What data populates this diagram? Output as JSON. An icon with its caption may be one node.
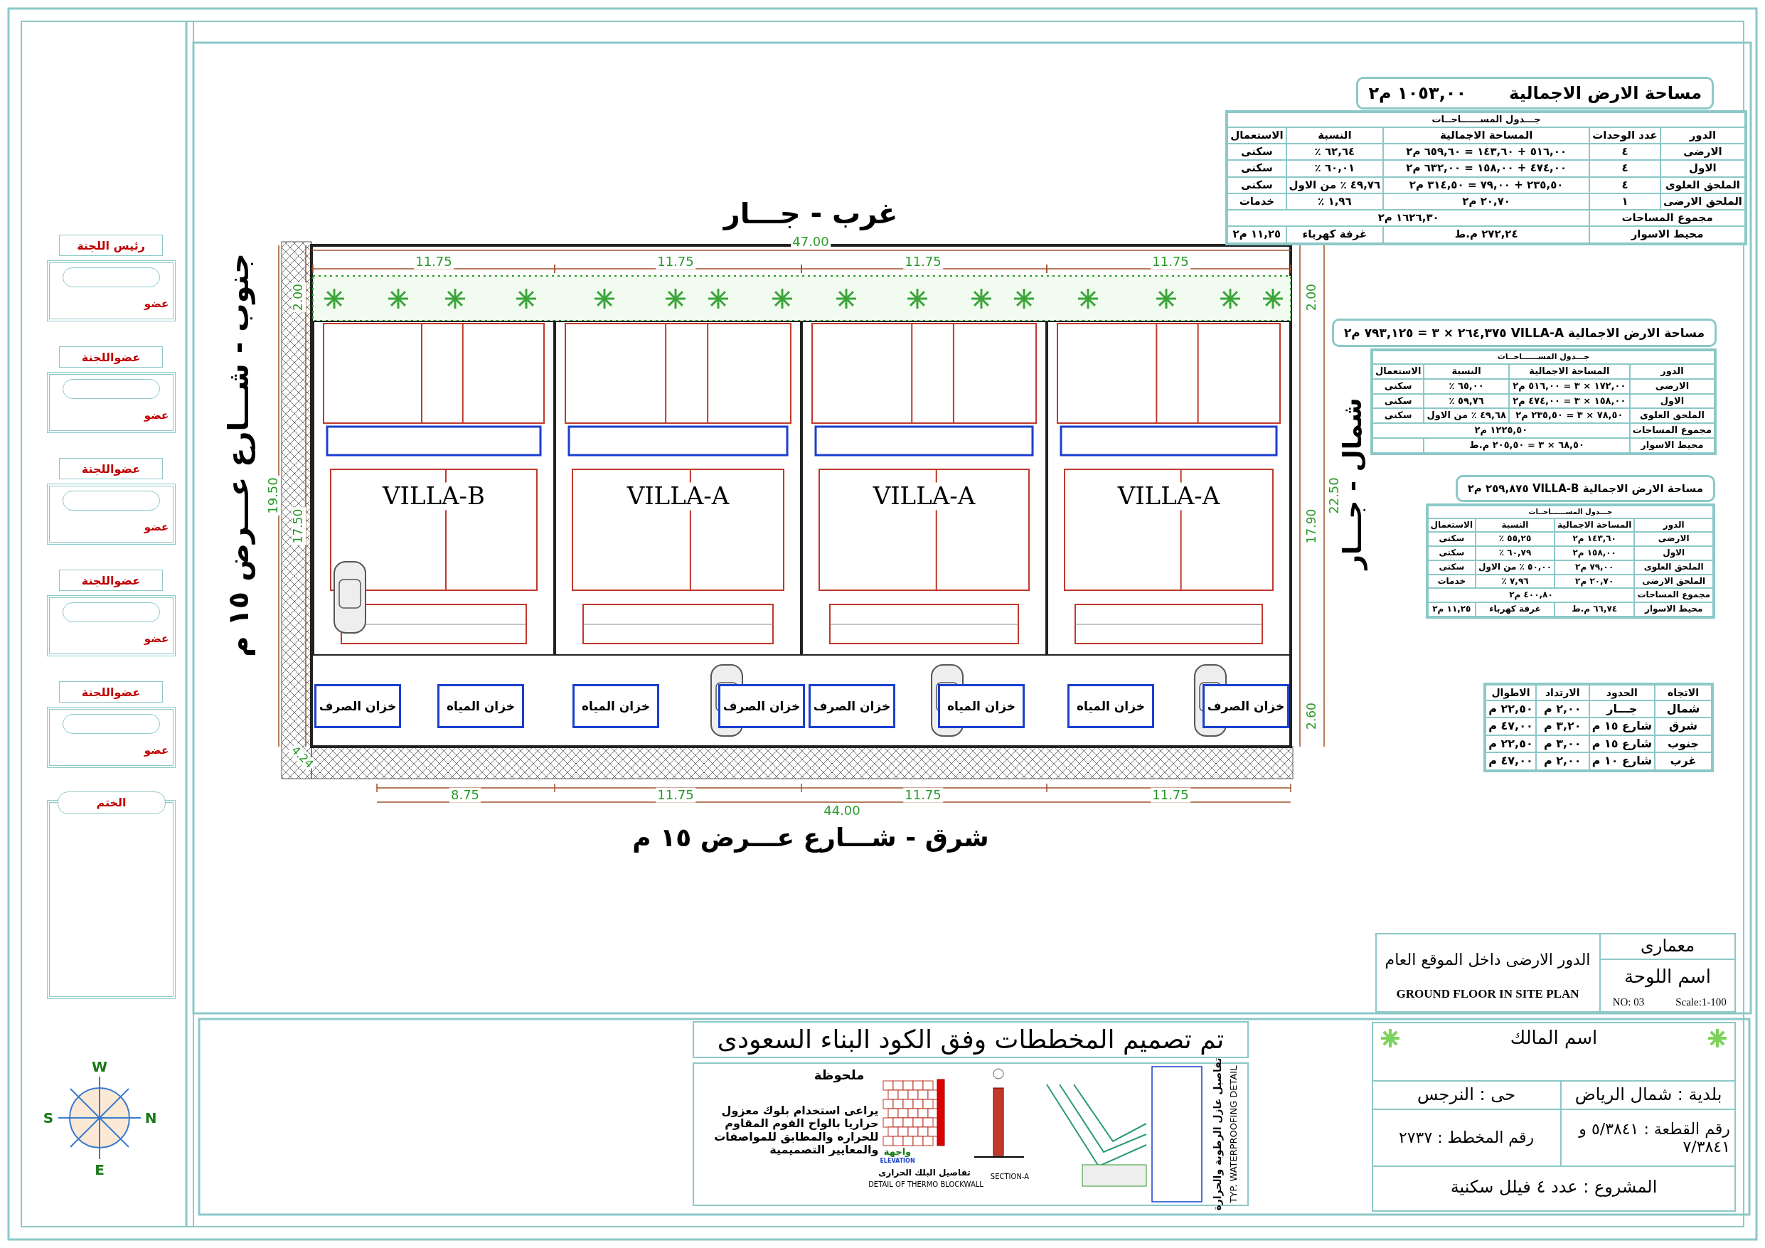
{
  "diagram": {
    "nodes": [
      {
        "text": [
          "VILLA-B"
        ]
      },
      {
        "text": [
          "VILLA-A"
        ]
      },
      {
        "text": [
          "VILLA-A"
        ]
      },
      {
        "text": [
          "VILLA-A"
        ]
      },
      {
        "text": [
          "خزان الصرف"
        ]
      },
      {
        "text": [
          "خزان المياه"
        ]
      },
      {
        "text": [
          "خزان المياه"
        ]
      },
      {
        "text": [
          "خزان الصرف"
        ]
      },
      {
        "text": [
          "خزان الصرف"
        ]
      },
      {
        "text": [
          "خزان المياه"
        ]
      },
      {
        "text": [
          "خزان المياه"
        ]
      },
      {
        "text": [
          "خزان الصرف"
        ]
      },
      {
        "text": [
          "الختم"
        ]
      }
    ],
    "labels": [
      "رئيس اللجنة",
      "عضو",
      "عضواللجنة",
      "عضو",
      "عضواللجنة",
      "عضو",
      "عضواللجنة",
      "عضو",
      "عضواللجنة",
      "عضو",
      "غرب - جـــار",
      "جنوب - شـــارع عـــرض ١٥ م",
      "شمال - جـــار",
      "شرق - شـــارع عـــرض ١٥ م",
      "47.00",
      "11.75",
      "11.75",
      "11.75",
      "11.75",
      "2.00",
      "19.50",
      "17.50",
      "2.00",
      "22.50",
      "17.90",
      "2.60",
      "4.24",
      "8.75",
      "11.75",
      "11.75",
      "11.75",
      "44.00",
      "مساحة الارض الاجمالية",
      "١٠٥٣,٠٠ م٢",
      "جـــدول المســــــاحــات",
      "الدور",
      "عدد الوحدات",
      "المساحة الاجمالية",
      "النسبة",
      "الاستعمال",
      "الارضى",
      "٤",
      "٥١٦,٠٠ + ١٤٣,٦٠ = ٦٥٩,٦٠ م٢",
      "٦٢,٦٤ ٪",
      "سكنى",
      "الاول",
      "٤",
      "٤٧٤,٠٠ + ١٥٨,٠٠ = ٦٣٢,٠٠ م٢",
      "٦٠,٠١ ٪",
      "سكنى",
      "الملحق العلوى",
      "٤",
      "٢٣٥,٥٠ + ٧٩,٠٠ = ٣١٤,٥٠ م٢",
      "٤٩,٧٦ ٪ من الاول",
      "سكنى",
      "الملحق الارضى",
      "١",
      "٢٠,٧٠ م٢",
      "١,٩٦ ٪",
      "خدمات",
      "مجموع المساحات",
      "١٦٢٦,٣٠ م٢",
      "محيط الاسوار",
      "٢٧٢,٢٤ م.ط",
      "غرفة كهرباء",
      "١١,٢٥ م٢",
      "مساحة الارض الاجمالية VILLA-A ٢٦٤,٣٧٥ × ٣ = ٧٩٣,١٢٥ م٢",
      "جـــدول المســــــاحــات",
      "الدور",
      "المساحة الاجمالية",
      "النسبة",
      "الاستعمال",
      "الارضى",
      "١٧٢,٠٠ × ٣ = ٥١٦,٠٠ م٢",
      "٦٥,٠٠ ٪",
      "سكنى",
      "الاول",
      "١٥٨,٠٠ × ٣ = ٤٧٤,٠٠ م٢",
      "٥٩,٧٦ ٪",
      "سكنى",
      "الملحق العلوى",
      "٧٨,٥٠ × ٣ = ٢٣٥,٥٠ م٢",
      "٤٩,٦٨ ٪ من الاول",
      "سكنى",
      "مجموع المساحات",
      "١٢٢٥,٥٠ م٢",
      "محيط الاسوار",
      "٦٨,٥٠ × ٣ = ٢٠٥,٥٠ م.ط",
      "مساحة الارض الاجمالية VILLA-B ٢٥٩,٨٧٥ م٢",
      "جـــدول المســــــاحــات",
      "الدور",
      "المساحة الاجمالية",
      "النسبة",
      "الاستعمال",
      "الارضى",
      "١٤٣,٦٠ م٢",
      "٥٥,٢٥ ٪",
      "سكنى",
      "الاول",
      "١٥٨,٠٠ م٢",
      "٦٠,٧٩ ٪",
      "سكنى",
      "الملحق العلوى",
      "٧٩,٠٠ م٢",
      "٥٠,٠٠ ٪ من الاول",
      "سكنى",
      "الملحق الارضى",
      "٢٠,٧٠ م٢",
      "٧,٩٦ ٪",
      "خدمات",
      "مجموع المساحات",
      "٤٠٠,٨٠ م٢",
      "محيط الاسوار",
      "٦٦,٧٤ م.ط",
      "غرفة كهرباء",
      "١١,٢٥ م٢",
      "الاتجاه",
      "الحدود",
      "الارتداد",
      "الاطوال",
      "شمال",
      "جـــار",
      "٢,٠٠ م",
      "٢٢,٥٠ م",
      "شرق",
      "شارع ١٥ م",
      "٣,٢٠ م",
      "٤٧,٠٠ م",
      "جنوب",
      "شارع ١٥ م",
      "٣,٠٠ م",
      "٢٢,٥٠ م",
      "غرب",
      "شارع ١٠ م",
      "٢,٠٠ م",
      "٤٧,٠٠ م",
      "معمارى",
      "الدور الارضى داخل الموقع العام",
      "GROUND FLOOR IN SITE PLAN",
      "اسم اللوحة",
      "NO: 03",
      "Scale:1-100",
      "اسم المالك",
      "بلدية : شمال الرياض",
      "حى : النرجس",
      "رقم القطعة : ٥/٣٨٤١ و ٧/٣٨٤١",
      "رقم المخطط : ٢٧٣٧",
      "المشروع : عدد ٤ فيلل سكنية",
      "تم تصميم المخططات وفق الكود البناء السعودى",
      "ملحوظة",
      "يراعى استخدام بلوك معزول حراريا بالواح الفوم المقاوم للحراره والمطابق للمواصفات والمعايير التصميمية",
      "واجهة",
      "ELEVATION",
      "تفاصيل البلك الحرارى",
      "DETAIL OF THERMO BLOCKWALL",
      "SECTION-A",
      "تفاصيل عازل الرطوبة والحرارة",
      "TYP. WATERPROOFING DETAIL",
      "W",
      "S",
      "N",
      "E"
    ]
  }
}
